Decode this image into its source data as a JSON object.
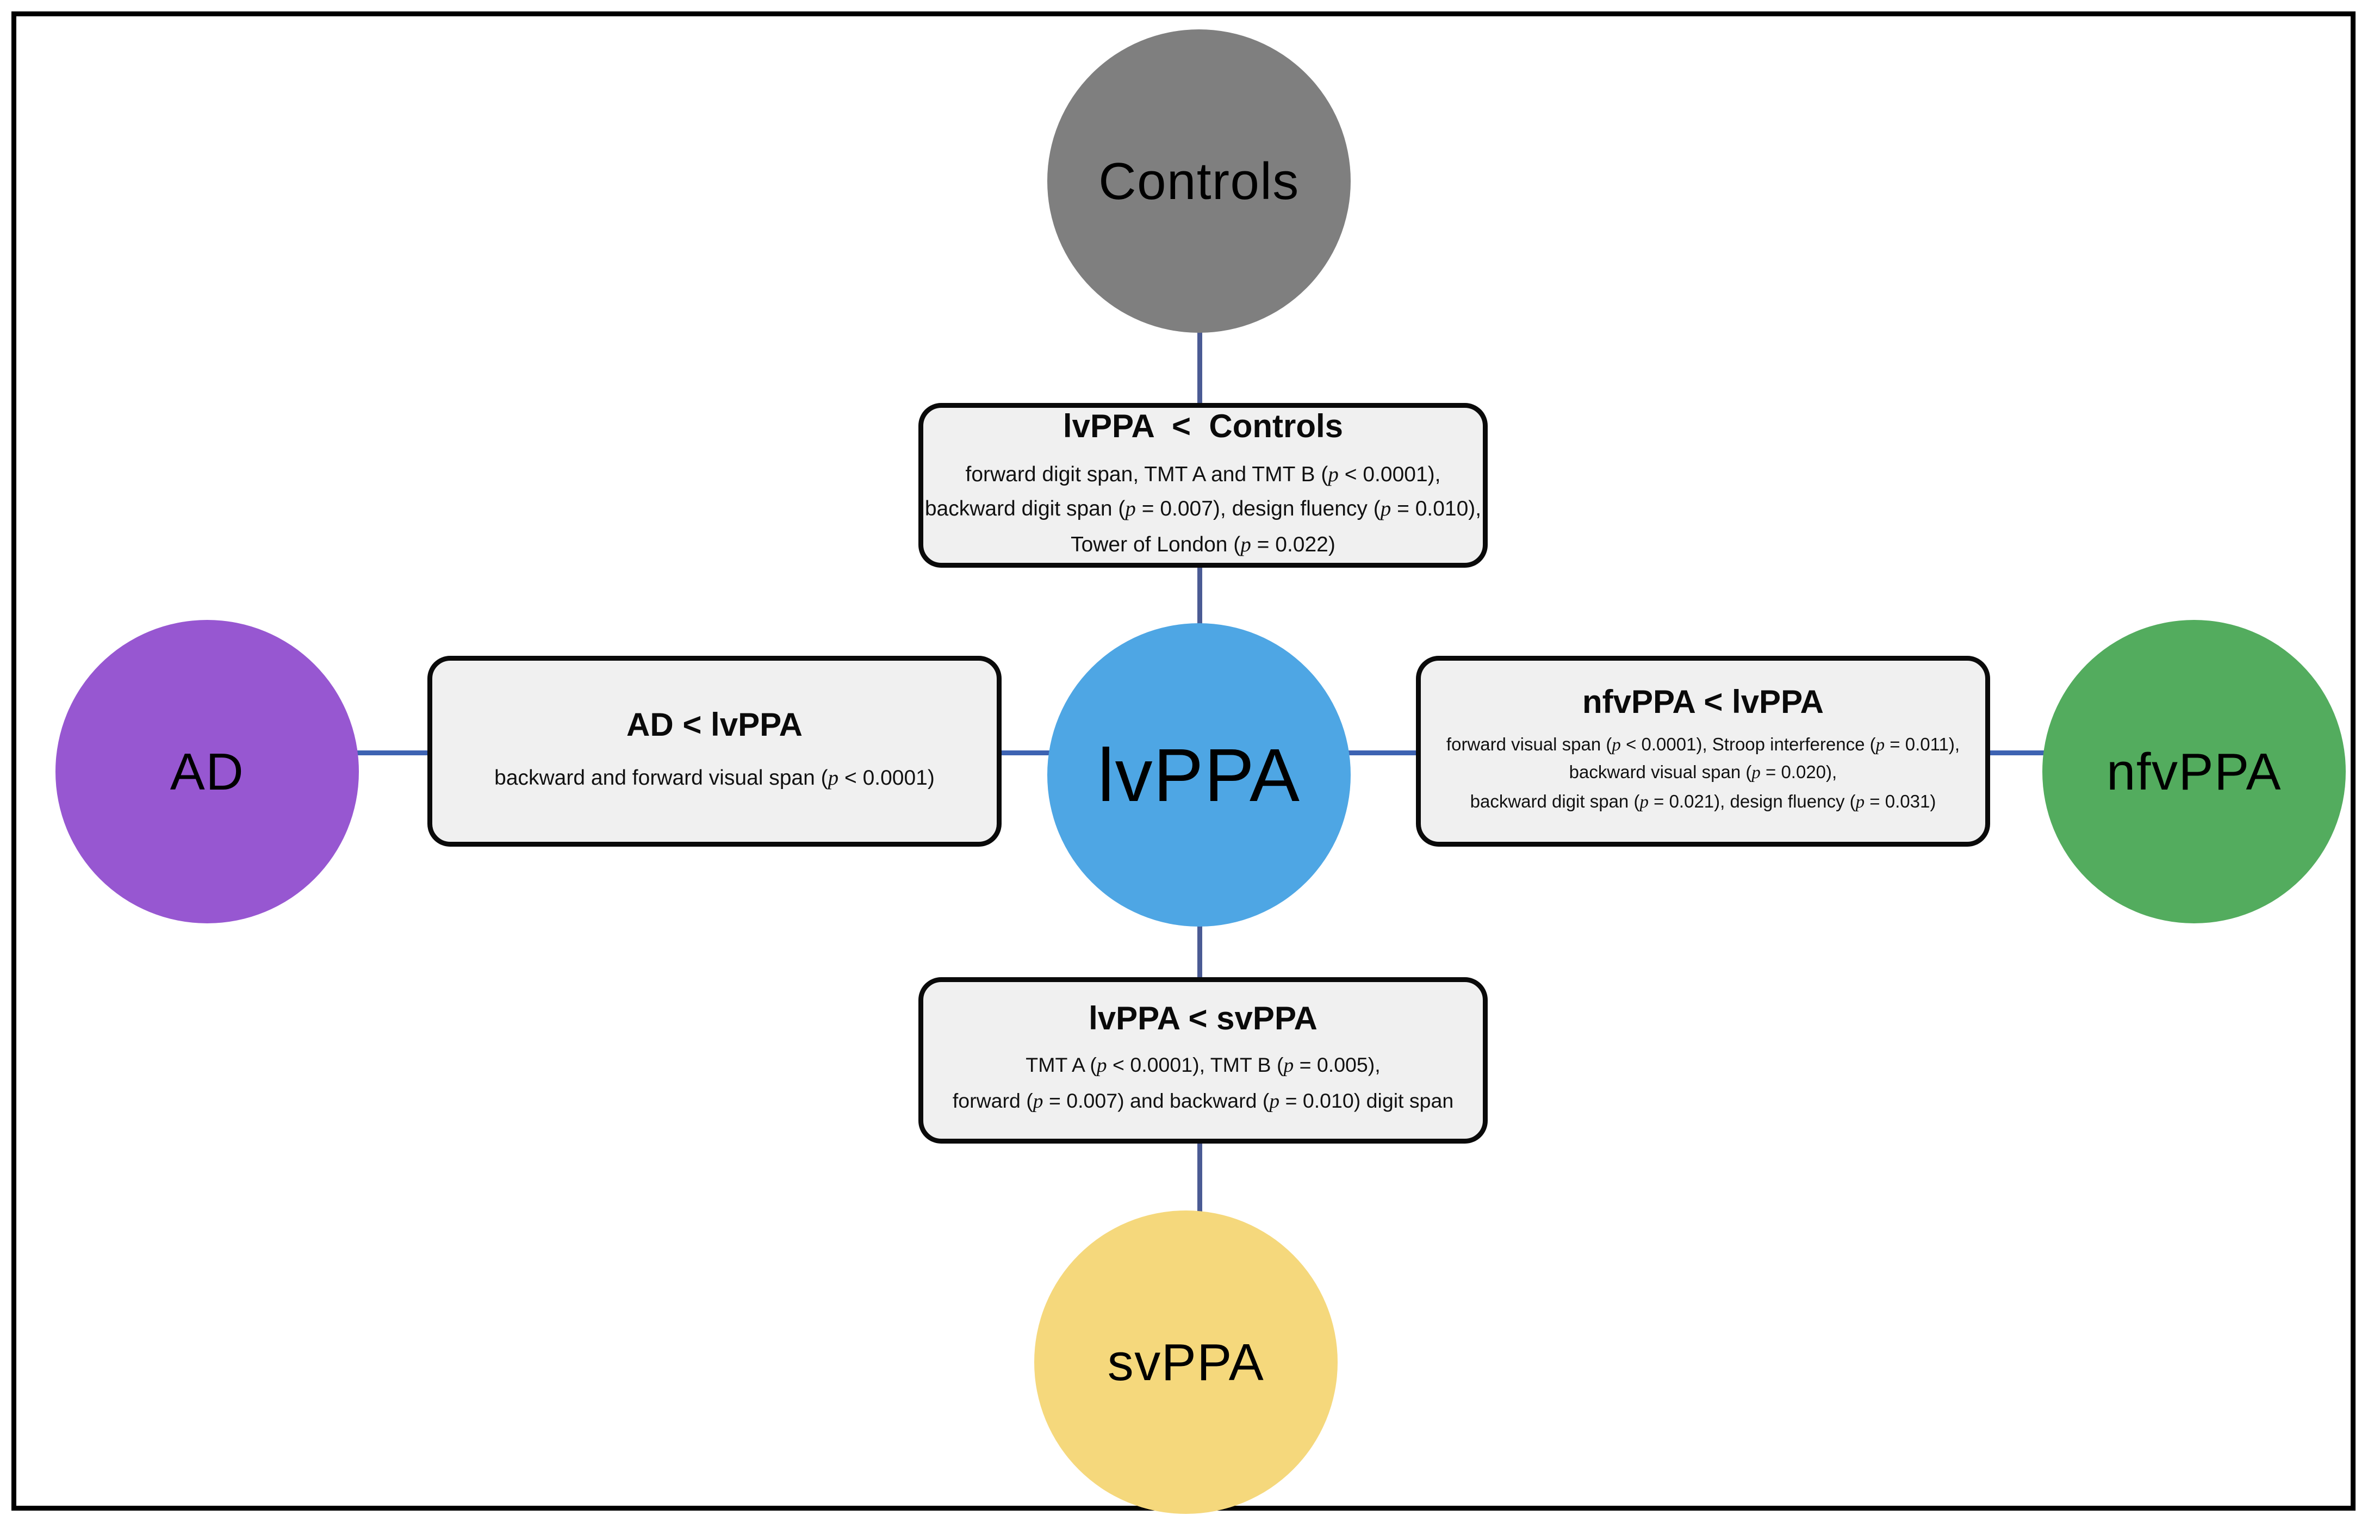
{
  "figure": {
    "background": "#ffffff",
    "border_color": "#000000"
  },
  "nodes": {
    "controls": {
      "label": "Controls",
      "color": "#7f7f7f"
    },
    "ad": {
      "label": "AD",
      "color": "#9757d1"
    },
    "lvppa": {
      "label": "lvPPA",
      "color": "#4ea6e4"
    },
    "nfvppa": {
      "label": "nfvPPA",
      "color": "#53ac5e"
    },
    "svppa": {
      "label": "svPPA",
      "color": "#f5d87c"
    }
  },
  "connectors": {
    "vertical_color": "#4b5b94",
    "horizontal_color": "#3d63b2"
  },
  "comparisons": {
    "top": {
      "title": "lvPPA  <  Controls",
      "lines": [
        [
          {
            "t": "forward digit span, TMT A and TMT B ("
          },
          {
            "t": "p",
            "i": 1
          },
          {
            "t": " < 0.0001),"
          }
        ],
        [
          {
            "t": "backward digit span ("
          },
          {
            "t": "p",
            "i": 1
          },
          {
            "t": " = 0.007), design fluency ("
          },
          {
            "t": "p",
            "i": 1
          },
          {
            "t": " = 0.010),"
          }
        ],
        [
          {
            "t": "Tower of London ("
          },
          {
            "t": "p",
            "i": 1
          },
          {
            "t": " = 0.022)"
          }
        ]
      ]
    },
    "left": {
      "title": "AD < lvPPA",
      "lines": [
        [
          {
            "t": "backward and forward visual span ("
          },
          {
            "t": "p",
            "i": 1
          },
          {
            "t": " < 0.0001)"
          }
        ]
      ]
    },
    "right": {
      "title": "nfvPPA < lvPPA",
      "lines": [
        [
          {
            "t": "forward visual span ("
          },
          {
            "t": "p",
            "i": 1
          },
          {
            "t": " < 0.0001), Stroop interference ("
          },
          {
            "t": "p",
            "i": 1
          },
          {
            "t": " = 0.011),"
          }
        ],
        [
          {
            "t": "backward visual span ("
          },
          {
            "t": "p",
            "i": 1
          },
          {
            "t": " = 0.020),"
          }
        ],
        [
          {
            "t": "backward digit span ("
          },
          {
            "t": "p",
            "i": 1
          },
          {
            "t": " = 0.021), design fluency ("
          },
          {
            "t": "p",
            "i": 1
          },
          {
            "t": " = 0.031)"
          }
        ]
      ]
    },
    "bottom": {
      "title": "lvPPA < svPPA",
      "lines": [
        [
          {
            "t": "TMT A ("
          },
          {
            "t": "p",
            "i": 1
          },
          {
            "t": " < 0.0001), TMT B ("
          },
          {
            "t": "p",
            "i": 1
          },
          {
            "t": " = 0.005),"
          }
        ],
        [
          {
            "t": "forward ("
          },
          {
            "t": "p",
            "i": 1
          },
          {
            "t": " = 0.007) and backward ("
          },
          {
            "t": "p",
            "i": 1
          },
          {
            "t": " = 0.010) digit span"
          }
        ]
      ]
    }
  }
}
